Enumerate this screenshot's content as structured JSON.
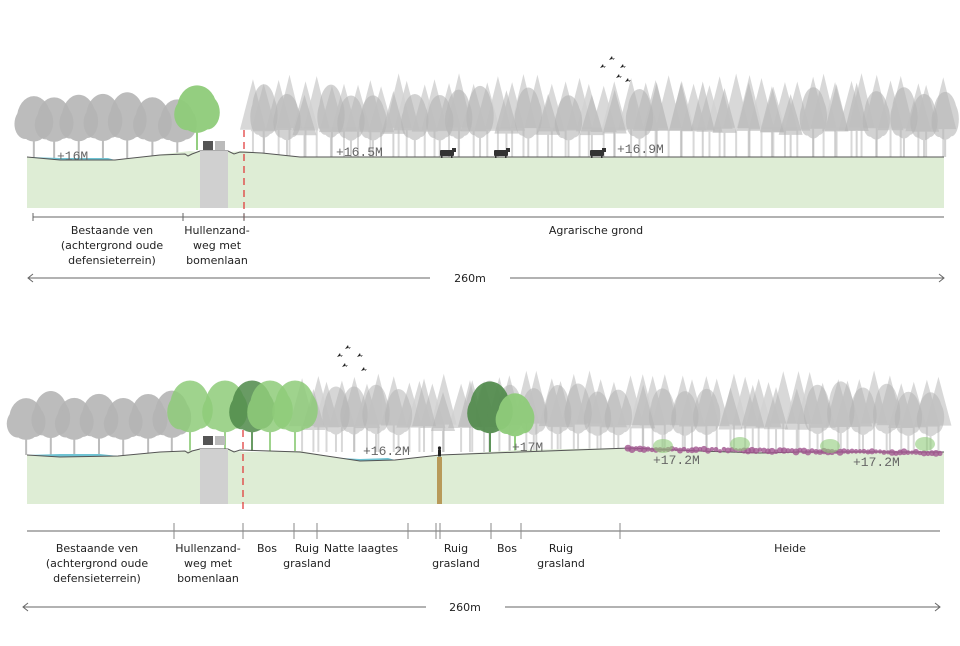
{
  "colors": {
    "ground": "#deedd5",
    "water": "#6fc3d3",
    "road": "#d0d0d0",
    "boundary": "#e03030",
    "tree_grey": "#b5b5b5",
    "tree_light_grey": "#d2d2d2",
    "tree_green": "#8fcc7a",
    "tree_dark_green": "#4f8a4a",
    "heather": "#a0558f",
    "path": "#b89a5a",
    "line": "#555555"
  },
  "section_top": {
    "elevations": [
      "+16M",
      "+16.5M",
      "+16.9M"
    ],
    "zones": [
      {
        "label": "Bestaande ven (achtergrond oude defensieterrein)",
        "lines": [
          "Bestaande ven",
          "(achtergrond oude",
          "defensieterrein)"
        ]
      },
      {
        "label": "Hullenzandweg met bomenlaan",
        "lines": [
          "Hullenzand-",
          "weg met",
          "bomenlaan"
        ]
      },
      {
        "label": "Agrarische grond",
        "lines": [
          "Agrarische grond"
        ]
      }
    ],
    "scale_label": "260m",
    "animals": [
      "cow",
      "cow",
      "cow"
    ],
    "birds_count": 5
  },
  "section_bottom": {
    "elevations": [
      "+16.2M",
      "+17M",
      "+17.2M",
      "+17.2M"
    ],
    "zones": [
      {
        "label": "Bestaande ven (achtergrond oude defensieterrein)",
        "lines": [
          "Bestaande ven",
          "(achtergrond oude",
          "defensieterrein)"
        ]
      },
      {
        "label": "Hullenzandweg met bomenlaan",
        "lines": [
          "Hullenzand-",
          "weg met",
          "bomenlaan"
        ]
      },
      {
        "label": "Bos",
        "lines": [
          "Bos"
        ]
      },
      {
        "label": "Ruig grasland",
        "lines": [
          "Ruig",
          "grasland"
        ]
      },
      {
        "label": "Natte laagtes",
        "lines": [
          "Natte laagtes"
        ]
      },
      {
        "label": "Ruig grasland",
        "lines": [
          "Ruig",
          "grasland"
        ]
      },
      {
        "label": "Bos",
        "lines": [
          "Bos"
        ]
      },
      {
        "label": "Ruig grasland",
        "lines": [
          "Ruig",
          "grasland"
        ]
      },
      {
        "label": "Heide",
        "lines": [
          "Heide"
        ]
      }
    ],
    "scale_label": "260m",
    "birds_count": 5
  }
}
